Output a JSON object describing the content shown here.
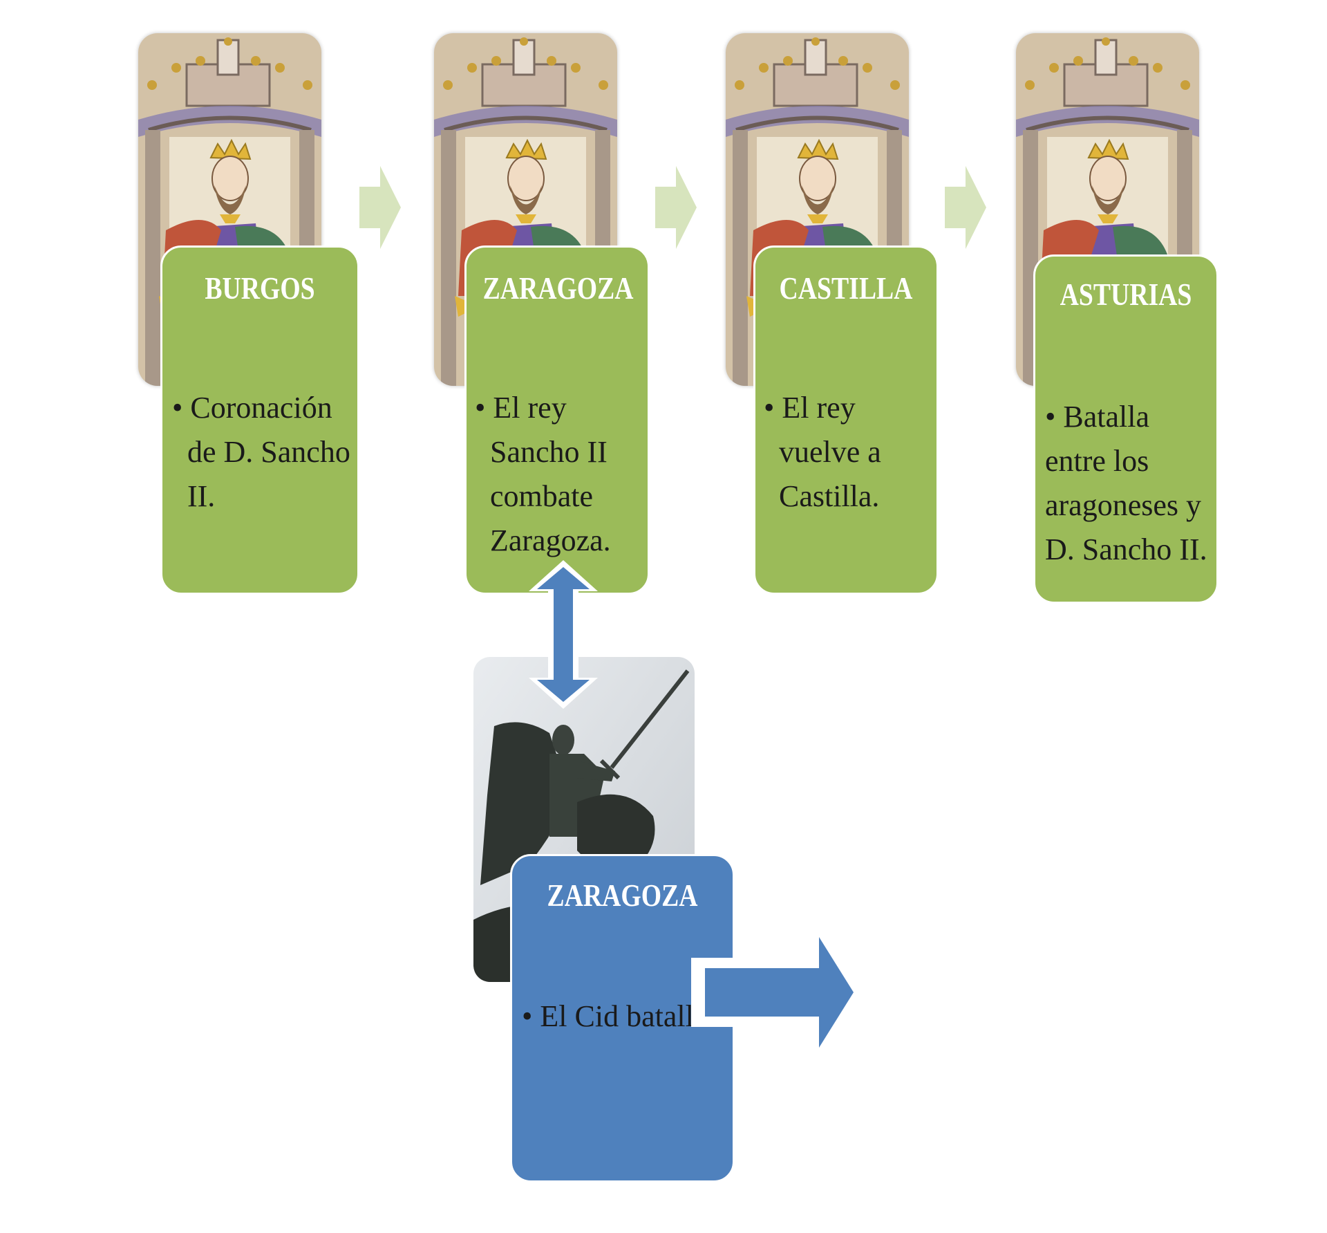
{
  "cards": [
    {
      "title": "BURGOS",
      "text": "Coronación de D. Sancho II."
    },
    {
      "title": "ZARAGOZA",
      "text": "El rey Sancho II combate Zaragoza."
    },
    {
      "title": "CASTILLA",
      "text": "El rey vuelve a Castilla."
    },
    {
      "title": "ASTURIAS",
      "text": "Batalla entre los aragoneses y D. Sancho II."
    }
  ],
  "cid_card": {
    "title": "ZARAGOZA",
    "text": "El Cid batalla."
  },
  "colors": {
    "card_green": "#9bbb59",
    "card_blue": "#4f81bd",
    "arrow_light_green": "#d7e4bd",
    "arrow_blue": "#4f81bd"
  },
  "bullet": "•",
  "icons": [
    "king-portrait-image",
    "cid-statue-image",
    "right-arrow-icon",
    "double-arrow-icon"
  ]
}
